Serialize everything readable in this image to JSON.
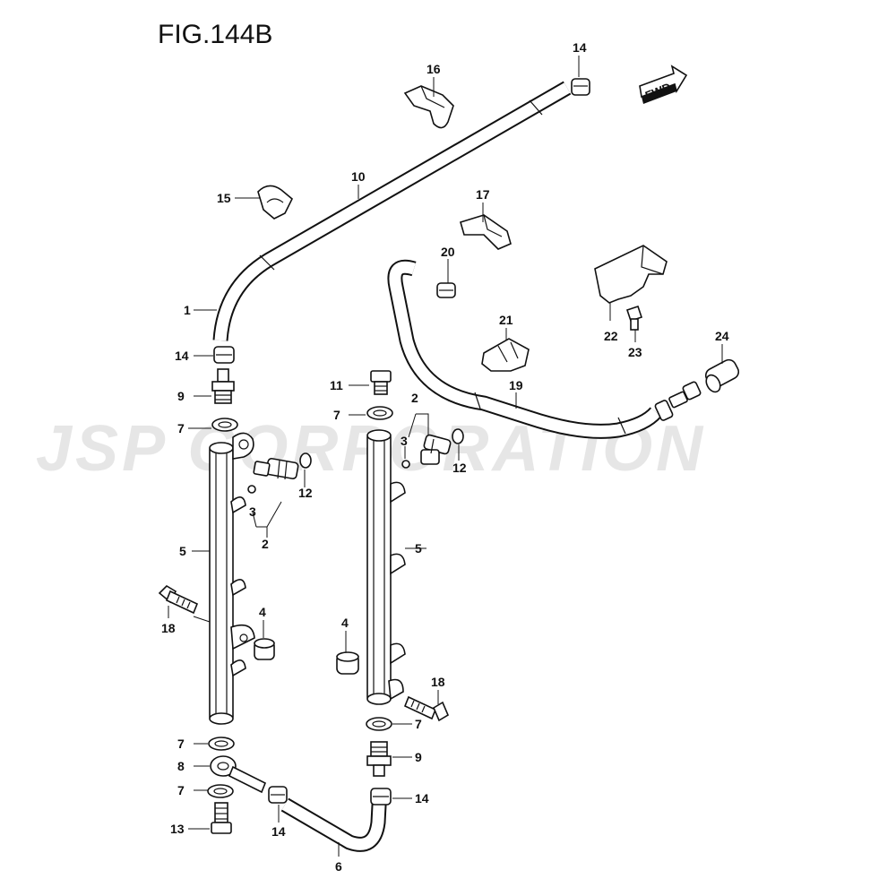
{
  "figure": {
    "title": "FIG.144B"
  },
  "watermark": {
    "text": "JSP CORPORATION",
    "color": "#e6e6e6"
  },
  "direction_badge": {
    "text": "FWD"
  },
  "callouts": [
    "1",
    "2",
    "3",
    "4",
    "5",
    "6",
    "7",
    "8",
    "9",
    "10",
    "11",
    "12",
    "13",
    "14",
    "15",
    "16",
    "17",
    "18",
    "19",
    "20",
    "21",
    "22",
    "23",
    "24"
  ]
}
